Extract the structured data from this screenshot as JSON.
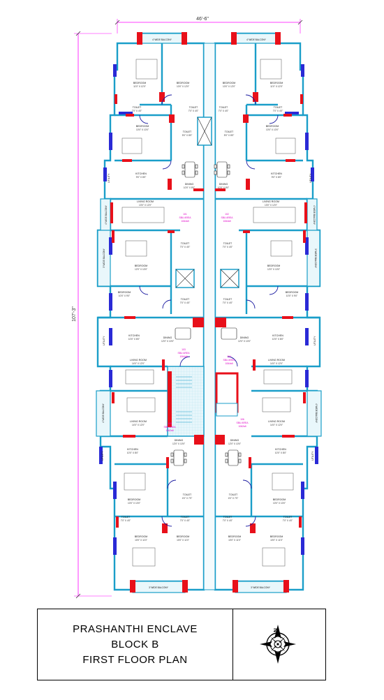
{
  "title": {
    "line1": "PRASHANTHI ENCLAVE",
    "line2": "BLOCK B",
    "line3": "FIRST  FLOOR PLAN"
  },
  "dimensions": {
    "overall_width": "46'-6\"",
    "overall_length": "107'-3\""
  },
  "compass": {
    "north_label": "N"
  },
  "rooms": {
    "bedroom": "BEDROOM",
    "toilet": "TOILET",
    "kitchen": "KITCHEN",
    "dining": "DINING",
    "living": "LIVING ROOM",
    "utility": "UTILITY",
    "balcony_4": "4' WIDE BALCONY",
    "balcony_3": "3' WIDE BALCONY"
  },
  "sizes": {
    "bed_top_l": "11'0\" X 12'0\"",
    "bed_top_r": "10'0\" X 12'0\"",
    "toilet_a": "7'0\" X 4'0\"",
    "toilet_b": "5'0\" X 8'0\"",
    "bed_mid": "10'0\" X 10'0\"",
    "kitchen": "9'0\" X 8'0\"",
    "dining": "10'0\" X 8'0\"",
    "living": "13'0\" X 12'0\"",
    "bed_b": "12'0\" X 10'0\"",
    "bed_c": "10'0\" X 9'0\"",
    "kitchen_b": "10'0\" X 8'0\"",
    "living_b": "14'0\" X 12'0\"",
    "dining_b": "12'0\" X 10'0\"",
    "toilet_c": "4'0\" X 7'0\"",
    "bed_d": "10'0\" X 10'0\"",
    "bed_e": "10'0\" X 11'0\""
  },
  "units": {
    "u1": {
      "name": "101",
      "area": "SBU AREA",
      "sqft": "1064sft"
    },
    "u2": {
      "name": "102",
      "area": "SBU AREA",
      "sqft": "1064sft"
    },
    "u3": {
      "name": "103",
      "area": "SBU AREA",
      "sqft": "1064sft"
    },
    "u4": {
      "name": "104",
      "area": "SBU AREA",
      "sqft": "1064sft"
    },
    "u5": {
      "name": "105",
      "area": "SBU AREA",
      "sqft": "1062sft"
    },
    "u6": {
      "name": "106",
      "area": "SBU AREA",
      "sqft": "1062sft"
    }
  },
  "colors": {
    "wall": "#1a9ec9",
    "window": "#2a2ad6",
    "column": "#e8101a",
    "unit_label": "#e000c8",
    "dimension": "#ff00ff"
  }
}
